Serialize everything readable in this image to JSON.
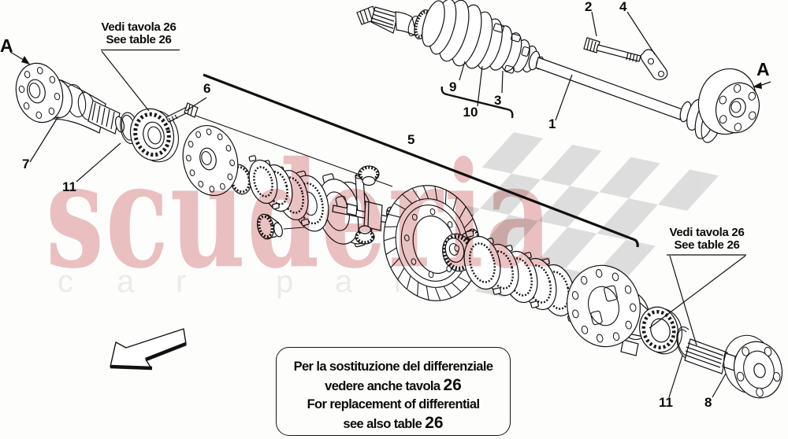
{
  "watermark": {
    "brand": "scuderia",
    "sub_letters": [
      "c",
      "a",
      "r",
      "p",
      "a",
      "r",
      "t",
      "s"
    ],
    "brand_color": "#d88585",
    "sub_color": "#ebebeb",
    "flag_color": "#dadada"
  },
  "annotations": {
    "see_table_left": {
      "line1": "Vedi tavola 26",
      "line2": "See table 26"
    },
    "see_table_right": {
      "line1": "Vedi tavola 26",
      "line2": "See table 26"
    },
    "note_box": {
      "line1": "Per la sostituzione del differenziale",
      "line2_pre": "vedere anche tavola ",
      "line2_num": "26",
      "line3": "For replacement of differential",
      "line4_pre": "see  also table ",
      "line4_num": "26"
    }
  },
  "callouts": {
    "a_left": "A",
    "a_right": "A",
    "c1": "1",
    "c2": "2",
    "c3": "3",
    "c4": "4",
    "c5": "5",
    "c6": "6",
    "c7": "7",
    "c8": "8",
    "c9": "9",
    "c10": "10",
    "c11_left": "11",
    "c11_right": "11"
  }
}
